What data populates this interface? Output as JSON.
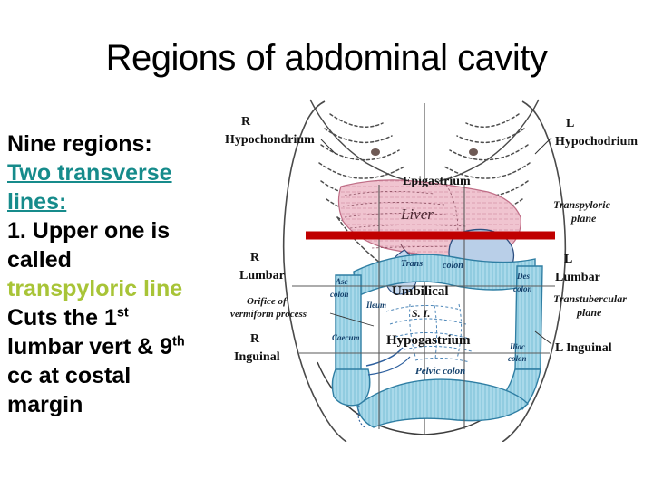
{
  "slide": {
    "title": "Regions of abdominal cavity",
    "background": "#ffffff"
  },
  "colors": {
    "teal": "#168b8b",
    "lime": "#a8c437",
    "black": "#000000",
    "transpyloric_line": "#c00000",
    "liver_fill": "#f0c4d0",
    "intestine_fill": "#a9d9ea",
    "outline": "#3a3a3a"
  },
  "bullets": {
    "line1": "Nine regions:",
    "line2": "Two transverse",
    "line3": "lines:",
    "line4": "1. Upper one is",
    "line5": "called",
    "line6": "transpyloric line",
    "line7_a": "Cuts the 1",
    "line7_sup": "st",
    "line8_a": "lumbar vert & 9",
    "line8_sup": "th",
    "line9": "cc at costal",
    "line10": "margin"
  },
  "figure": {
    "region_labels": {
      "r_hypochondrium_1": "R",
      "r_hypochondrium_2": "Hypochondrium",
      "epigastrium": "Epigastrium",
      "l_hypochondrium_1": "L",
      "l_hypochondrium_2": "Hypochodrium",
      "r_lumbar_1": "R",
      "r_lumbar_2": "Lumbar",
      "umbilical": "Umbilical",
      "l_lumbar_1": "L",
      "l_lumbar_2": "Lumbar",
      "r_inguinal_1": "R",
      "r_inguinal_2": "Inguinal",
      "hypogastrium": "Hypogastrium",
      "l_inguinal": "L Inguinal"
    },
    "plane_labels": {
      "transpyloric_1": "Transpyloric",
      "transpyloric_2": "plane",
      "transtubercular_1": "Transtubercular",
      "transtubercular_2": "plane"
    },
    "organ_labels": {
      "liver": "Liver",
      "trans_colon_1": "Trans",
      "trans_colon_2": "colon",
      "asc_colon_1": "Asc",
      "asc_colon_2": "colon",
      "desc_colon_1": "Des",
      "desc_colon_2": "colon",
      "iliac_colon_1": "Iliac",
      "iliac_colon_2": "colon",
      "pelvic_colon": "Pelvic colon",
      "caecum": "Caecum",
      "ileum": "Ileum",
      "small_intestine": "S. I.",
      "orifice_1": "Orifice of",
      "orifice_2": "vermiform process"
    }
  }
}
